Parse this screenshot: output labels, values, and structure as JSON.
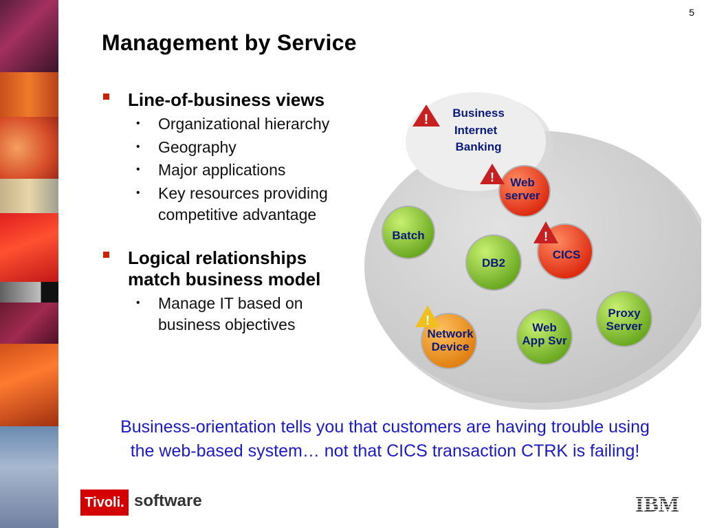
{
  "page": {
    "number": "5",
    "title": "Management by Service"
  },
  "bullets": [
    {
      "label": "Line-of-business views",
      "subs": [
        "Organizational hierarchy",
        "Geography",
        "Major applications",
        "Key resources providing",
        "competitive advantage"
      ]
    },
    {
      "label_line1": "Logical relationships",
      "label_line2": "match business model",
      "subs": [
        "Manage IT based on",
        "business objectives"
      ]
    }
  ],
  "diagram": {
    "service": {
      "line1": "Business",
      "line2": "Internet",
      "line3": "Banking",
      "alert": true
    },
    "nodes": {
      "web_server": {
        "line1": "Web",
        "line2": "server",
        "status": "critical"
      },
      "batch": {
        "line1": "Batch",
        "status": "ok"
      },
      "db2": {
        "line1": "DB2",
        "status": "ok"
      },
      "cics": {
        "line1": "CICS",
        "status": "critical"
      },
      "proxy": {
        "line1": "Proxy",
        "line2": "Server",
        "status": "ok"
      },
      "web_app": {
        "line1": "Web",
        "line2": "App Svr",
        "status": "ok"
      },
      "network": {
        "line1": "Network",
        "line2": "Device",
        "status": "warning"
      }
    },
    "colors": {
      "ok": "#8cc63f",
      "critical": "#ee3b1f",
      "warning": "#f0a020",
      "label": "#0a1a7a"
    }
  },
  "caption": {
    "line1": "Business-orientation tells you that customers are having trouble using",
    "line2": "the web-based system… not that CICS transaction CTRK is failing!"
  },
  "footer": {
    "tivoli": "Tivoli.",
    "software": "software",
    "ibm": "IBM"
  }
}
